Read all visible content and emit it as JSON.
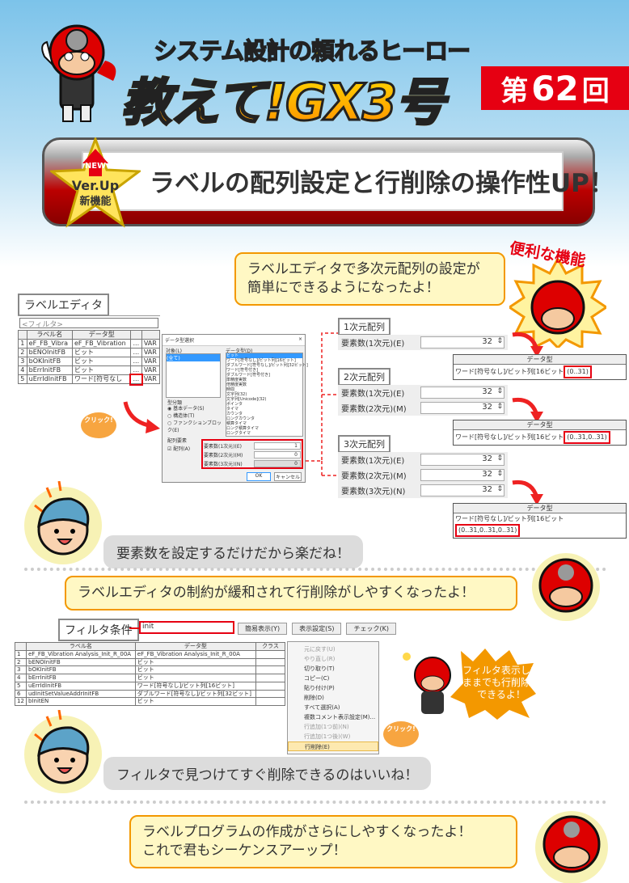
{
  "header": {
    "subtitle": "システム設計の頼れるヒーロー",
    "title": "教えて!GX3号",
    "episode_prefix": "第",
    "episode_number": "62",
    "episode_suffix": "回"
  },
  "banner": {
    "badge_new": "NEW",
    "badge_line1": "Ver.Up",
    "badge_line2": "新機能",
    "title": "ラベルの配列設定と行削除の操作性UP！"
  },
  "section1": {
    "speech": [
      "ラベルエディタで多次元配列の設定が",
      "簡単にできるようになったよ！"
    ],
    "feature_badge": "便利な機能",
    "editor_tag": "ラベルエディタ",
    "filter_placeholder": "<フィルタ>",
    "columns": [
      "",
      "ラベル名",
      "データ型",
      "",
      ""
    ],
    "rows": [
      [
        "1",
        "eF_FB_Vibra",
        "eF_FB_Vibration",
        "...",
        "VAR"
      ],
      [
        "2",
        "bENOInitFB",
        "ビット",
        "...",
        "VAR"
      ],
      [
        "3",
        "bOKInitFB",
        "ビット",
        "...",
        "VAR"
      ],
      [
        "4",
        "bErrInitFB",
        "ビット",
        "...",
        "VAR"
      ],
      [
        "5",
        "uErrIdInitFB",
        "ワード[符号なし",
        "...",
        "VAR"
      ]
    ],
    "click": "クリック!",
    "dialog": {
      "title": "データ型選択",
      "close": "×",
      "target_label": "対象(L)",
      "target_item": "(全て)",
      "type_label": "データ型(D)",
      "types": [
        "ビット",
        "ワード[符号なし]/ビット列[16ビット]",
        "ダブルワード[符号なし]/ビット列[32ビット]",
        "ワード[符号付き]",
        "ダブルワード[符号付き]",
        "単精度実数",
        "倍精度実数",
        "時間",
        "文字列(32)",
        "文字列[Unicode](32)",
        "ポインタ",
        "タイマ",
        "カウンタ",
        "ロングカウンタ",
        "積算タイマ",
        "ロング積算タイマ",
        "ロングタイマ"
      ],
      "kind_label": "型分類",
      "kinds": [
        "基本データ(S)",
        "構造体(T)",
        "ファンクションブロック(E)"
      ],
      "array_label": "配列要素",
      "array_check": "配列(A)",
      "dims": [
        {
          "label": "要素数(1次元)(E)",
          "value": "1"
        },
        {
          "label": "要素数(2次元)(M)",
          "value": "0"
        },
        {
          "label": "要素数(3次元)(N)",
          "value": "0"
        }
      ],
      "ok": "OK",
      "cancel": "キャンセル"
    },
    "arrays": [
      {
        "tag": "1次元配列",
        "rows": [
          {
            "label": "要素数(1次元)(E)",
            "value": "32"
          }
        ],
        "dt_header": "データ型",
        "dt_prefix": "ワード[符号なし]/ビット列[16ビット",
        "dt_range": "(0..31)"
      },
      {
        "tag": "2次元配列",
        "rows": [
          {
            "label": "要素数(1次元)(E)",
            "value": "32"
          },
          {
            "label": "要素数(2次元)(M)",
            "value": "32"
          }
        ],
        "dt_header": "データ型",
        "dt_prefix": "ワード[符号なし]/ビット列[16ビット",
        "dt_range": "(0..31,0..31)"
      },
      {
        "tag": "3次元配列",
        "rows": [
          {
            "label": "要素数(1次元)(E)",
            "value": "32"
          },
          {
            "label": "要素数(2次元)(M)",
            "value": "32"
          },
          {
            "label": "要素数(3次元)(N)",
            "value": "32"
          }
        ],
        "dt_header": "データ型",
        "dt_prefix": "ワード[符号なし]/ビット列[16ビット",
        "dt_range": "(0..31,0..31,0..31)"
      }
    ],
    "comment": "要素数を設定するだけだから楽だね！"
  },
  "section2": {
    "speech": "ラベルエディタの制約が緩和されて行削除がしやすくなったよ！",
    "filter_tag": "フィルタ条件",
    "filter_value": "init",
    "toolbar": [
      "簡易表示(Y)",
      "表示設定(S)",
      "チェック(K)"
    ],
    "columns": [
      "",
      "ラベル名",
      "データ型",
      "クラス"
    ],
    "rows": [
      [
        "1",
        "eF_FB_Vibration Analysis_Init_R_00A",
        "eF_FB_Vibration Analysis_Init_R_00A"
      ],
      [
        "2",
        "bENOInitFB",
        "ビット"
      ],
      [
        "3",
        "bOKInitFB",
        "ビット"
      ],
      [
        "4",
        "bErrInitFB",
        "ビット"
      ],
      [
        "5",
        "uErrIdInitFB",
        "ワード[符号なし]/ビット列[16ビット]"
      ],
      [
        "6",
        "udInitSetValueAddrInitFB",
        "ダブルワード[符号なし]/ビット列[32ビット]"
      ],
      [
        "12",
        "bInitEN",
        "ビット"
      ]
    ],
    "menu": [
      {
        "label": "元に戻す(U)",
        "dis": true
      },
      {
        "label": "やり直し(R)",
        "dis": true
      },
      {
        "label": "切り取り(T)"
      },
      {
        "label": "コピー(C)"
      },
      {
        "label": "貼り付け(P)"
      },
      {
        "label": "削除(D)"
      },
      {
        "label": "すべて選択(A)"
      },
      {
        "label": "複数コメント表示設定(M)..."
      },
      {
        "label": "行追加(1つ前)(N)",
        "dis": true
      },
      {
        "label": "行追加(1つ後)(W)",
        "dis": true
      },
      {
        "label": "行削除(E)",
        "sel": true
      }
    ],
    "hero_speech": [
      "フィルタ表示した",
      "ままでも行削除が",
      "できるよ！"
    ],
    "click": "クリック!",
    "comment": "フィルタで見つけてすぐ削除できるのはいいね！"
  },
  "closing": {
    "speech": [
      "ラベルプログラムの作成がさらにしやすくなったよ！",
      "これで君もシーケンスアーップ！"
    ]
  },
  "colors": {
    "accent_red": "#e60012",
    "orange": "#f39800",
    "sky": "#7cc3ea",
    "bubble_yellow": "#fff8c4"
  }
}
